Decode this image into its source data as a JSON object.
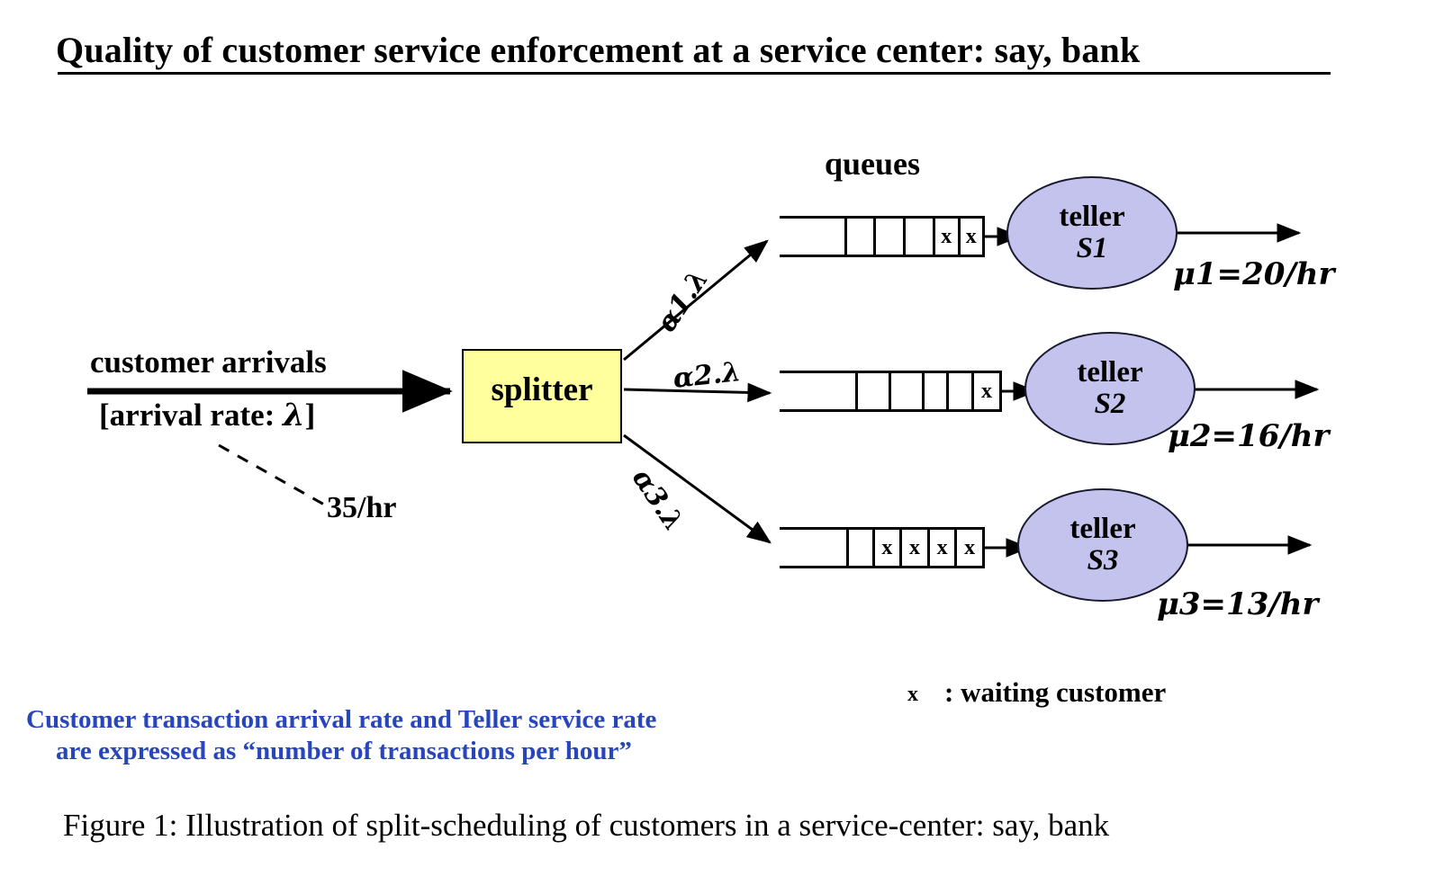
{
  "title": "Quality of customer service enforcement at a service center: say, bank",
  "arrival": {
    "top_label": "customer arrivals",
    "bottom_label_prefix": "[arrival rate: ",
    "bottom_label_symbol": "λ",
    "bottom_label_suffix": "]",
    "rate_value": "35/hr"
  },
  "splitter": {
    "label": "splitter"
  },
  "branches": [
    {
      "label": "α1.λ"
    },
    {
      "label": "α2.λ"
    },
    {
      "label": "α3.λ"
    }
  ],
  "queues_label": "queues",
  "queues": [
    {
      "name": "queue-1",
      "cells": [
        "",
        "",
        "",
        "",
        "x",
        "x"
      ],
      "waiting": 2
    },
    {
      "name": "queue-2",
      "cells": [
        "",
        "",
        "",
        "",
        "",
        "x"
      ],
      "waiting": 1
    },
    {
      "name": "queue-3",
      "cells": [
        "",
        "",
        "x",
        "x",
        "x",
        "x"
      ],
      "waiting": 4
    }
  ],
  "tellers": [
    {
      "word": "teller",
      "id": "S1",
      "rate": "μ1=20/hr"
    },
    {
      "word": "teller",
      "id": "S2",
      "rate": "μ2=16/hr"
    },
    {
      "word": "teller",
      "id": "S3",
      "rate": "μ3=13/hr"
    }
  ],
  "legend": {
    "symbol": "x",
    "text": ": waiting customer"
  },
  "note": {
    "line1": "Customer transaction arrival rate and Teller service rate",
    "line2": "are expressed as “number of transactions per hour”"
  },
  "caption": "Figure 1: Illustration of split-scheduling of customers in a service-center: say, bank",
  "colors": {
    "splitter_fill": "#ffff9e",
    "teller_fill": "#c4c3ee",
    "note_text": "#2746bd",
    "stroke": "#000000"
  }
}
